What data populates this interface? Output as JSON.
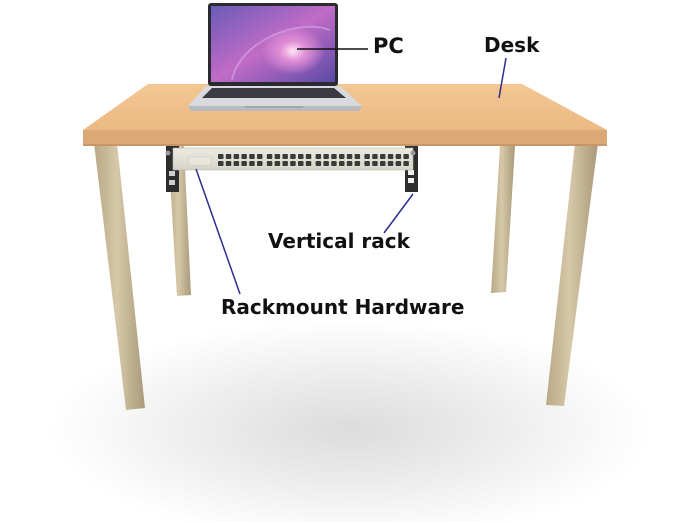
{
  "figure": {
    "type": "labeled product illustration",
    "subject": "Desk with under-desk rackmount patch panel",
    "labels": {
      "pc": "PC",
      "desk": "Desk",
      "vertical_rack": "Vertical rack",
      "rackmount_hardware": "Rackmount Hardware"
    },
    "colors": {
      "desktop_top": "#f0c08c",
      "desktop_edge": "#d9a877",
      "legs": "#c9b99a",
      "panel": "#e4e2d6",
      "pointer_lines": "#2b2f8f",
      "text": "#111111"
    },
    "patch_panel": {
      "ports_per_row": 24,
      "rows": 2
    }
  }
}
